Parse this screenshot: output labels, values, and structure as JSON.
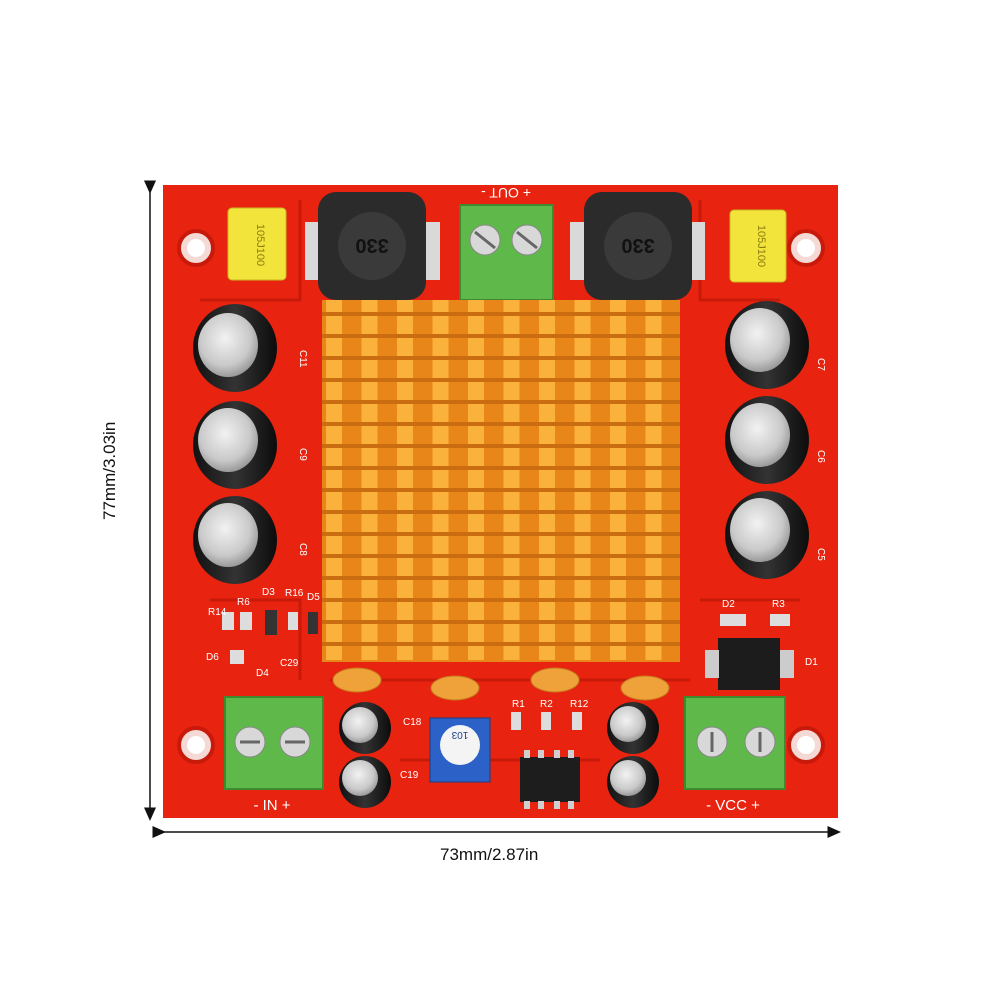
{
  "dimensions": {
    "width_label": "73mm/2.87in",
    "height_label": "77mm/3.03in"
  },
  "board": {
    "color": "#e8230f",
    "heatsink_color": "#f59a1c",
    "labels": {
      "out": "+ OUT -",
      "in": "- IN +",
      "vcc": "- VCC +",
      "inductor_left": "330",
      "inductor_right": "330",
      "cap_yellow_left": "105J100",
      "cap_yellow_right": "105J100",
      "c11": "C11",
      "c9": "C9",
      "c8": "C8",
      "c7": "C7",
      "c6": "C6",
      "c5": "C5",
      "c18": "C18",
      "c19": "C19",
      "c29": "C29",
      "r1": "R1",
      "r2": "R2",
      "r3": "R3",
      "r6": "R6",
      "r12": "R12",
      "r14": "R14",
      "r16": "R16",
      "d1": "D1",
      "d2": "D2",
      "d3": "D3",
      "d4": "D4",
      "d5": "D5",
      "d6": "D6",
      "pot": "103"
    }
  }
}
